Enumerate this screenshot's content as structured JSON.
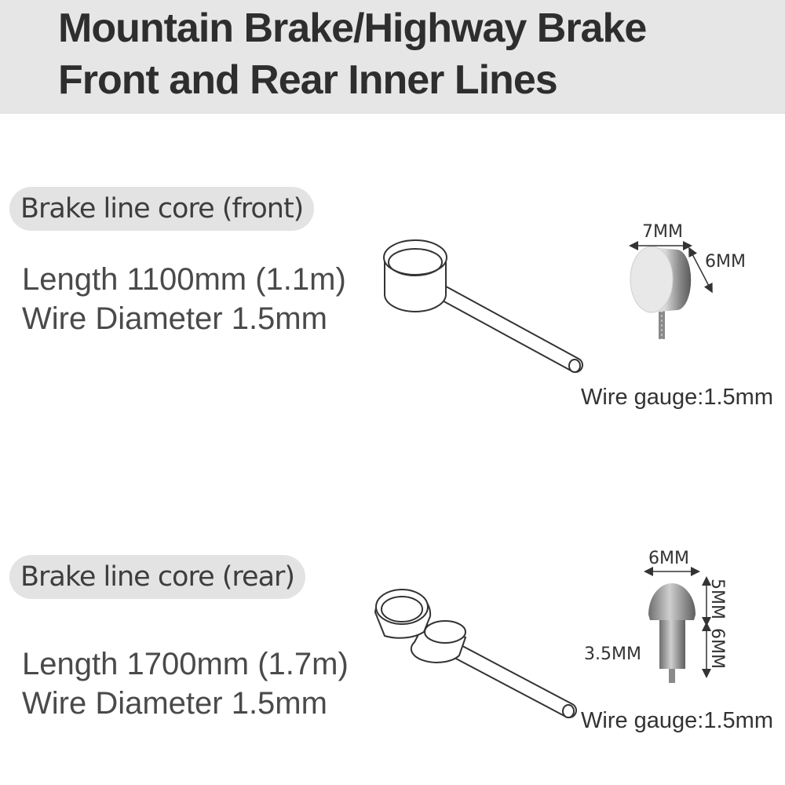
{
  "header": {
    "title_line1": "Mountain Brake/Highway Brake",
    "title_line2": "Front and Rear Inner Lines"
  },
  "front": {
    "label": "Brake line core (front)",
    "length": "Length 1100mm (1.1m)",
    "diameter": "Wire Diameter 1.5mm",
    "gauge": "Wire gauge:1.5mm",
    "dim_width": "7MM",
    "dim_height": "6MM"
  },
  "rear": {
    "label": "Brake line core (rear)",
    "length": "Length 1700mm (1.7m)",
    "diameter": "Wire Diameter 1.5mm",
    "gauge": "Wire gauge:1.5mm",
    "dim_width": "6MM",
    "dim_head": "5MM",
    "dim_shank": "6MM",
    "dim_shank_dia": "3.5MM"
  }
}
